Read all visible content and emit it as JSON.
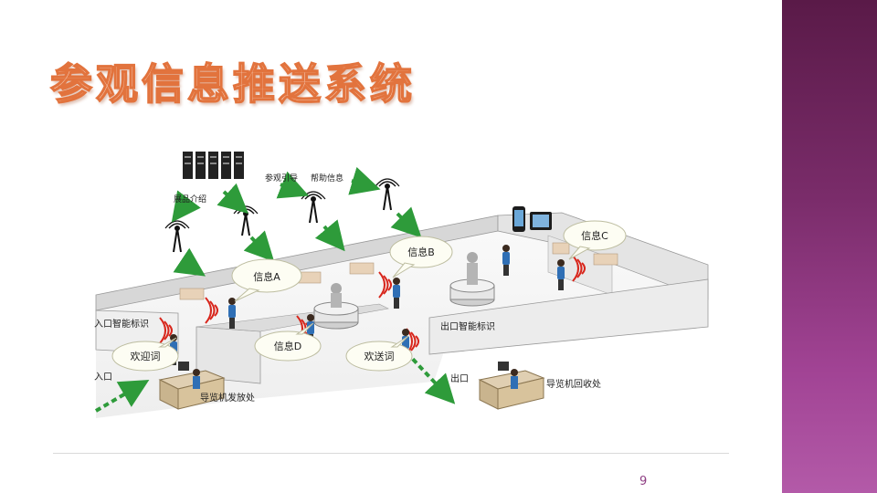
{
  "slide": {
    "title": "参观信息推送系统",
    "page_number": "9"
  },
  "diagram": {
    "labels": {
      "exhibit_intro": "展品介绍",
      "visit_guide": "参观引导",
      "help_info": "帮助信息",
      "info_a": "信息A",
      "info_b": "信息B",
      "info_c": "信息C",
      "info_d": "信息D",
      "entrance_sign": "入口智能标识",
      "exit_sign": "出口智能标识",
      "welcome": "欢迎词",
      "farewell": "欢送词",
      "entrance": "入口",
      "exit": "出口",
      "guide_issue": "导览机发放处",
      "guide_return": "导览机回收处"
    }
  },
  "colors": {
    "title_fill": "#fbe3d6",
    "title_outline": "#e2733d",
    "accent_band": "#7a2c6a",
    "arrow_green": "#2e9b3a",
    "page_number": "#8e3e83"
  }
}
